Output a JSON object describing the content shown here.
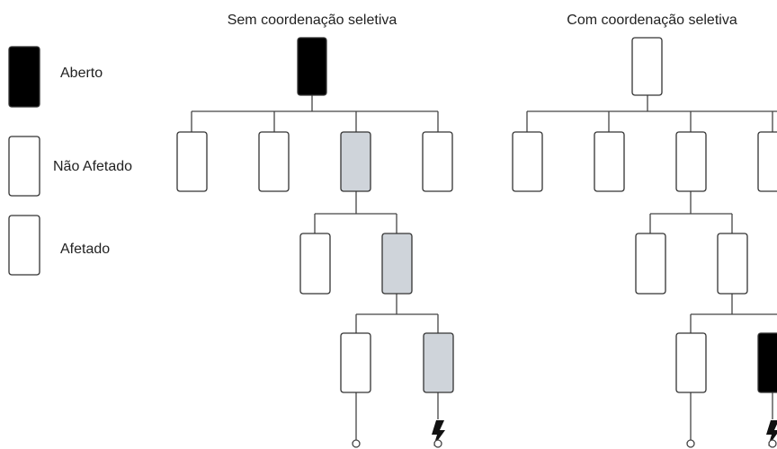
{
  "legend": {
    "open": "Aberto",
    "unaffected": "Não Afetado",
    "affected": "Afetado"
  },
  "colors": {
    "open": "#000000",
    "unaffected": "#ffffff",
    "affected": "#cfd4da"
  },
  "diagrams": [
    {
      "title": "Sem coordenação seletiva",
      "states": {
        "main": "open",
        "level1": [
          "unaffected",
          "unaffected",
          "affected",
          "unaffected"
        ],
        "level2": [
          "unaffected",
          "affected"
        ],
        "level3": [
          "unaffected",
          "affected"
        ]
      },
      "fault_icon": "lightning-icon"
    },
    {
      "title": "Com coordenação seletiva",
      "states": {
        "main": "unaffected",
        "level1": [
          "unaffected",
          "unaffected",
          "unaffected",
          "unaffected"
        ],
        "level2": [
          "unaffected",
          "unaffected"
        ],
        "level3": [
          "unaffected",
          "open"
        ]
      },
      "fault_icon": "lightning-icon"
    }
  ]
}
